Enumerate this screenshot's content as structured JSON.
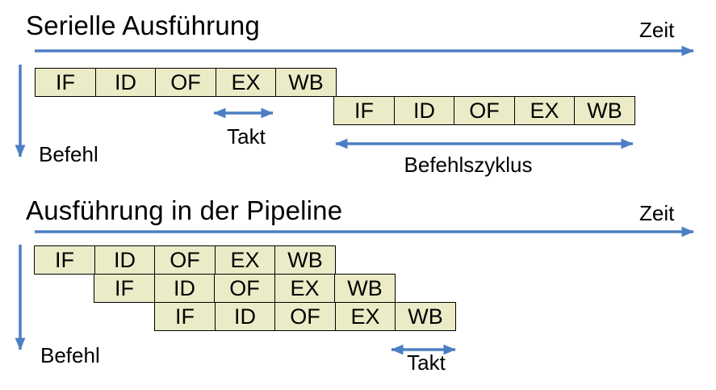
{
  "colors": {
    "arrow_blue": "#4d7ec3",
    "box_fill": "#ebecc7",
    "box_border": "#000000",
    "background": "#ffffff",
    "text": "#000000"
  },
  "serial": {
    "title": "Serielle Ausführung",
    "zeit_label": "Zeit",
    "befehl_label": "Befehl",
    "takt_label": "Takt",
    "befehlszyklus_label": "Befehlszyklus",
    "rows": [
      {
        "cells": [
          "IF",
          "ID",
          "OF",
          "EX",
          "WB"
        ]
      },
      {
        "cells": [
          "IF",
          "ID",
          "OF",
          "EX",
          "WB"
        ]
      }
    ]
  },
  "pipeline": {
    "title": "Ausführung in der Pipeline",
    "zeit_label": "Zeit",
    "befehl_label": "Befehl",
    "takt_label": "Takt",
    "rows": [
      {
        "cells": [
          "IF",
          "ID",
          "OF",
          "EX",
          "WB"
        ]
      },
      {
        "cells": [
          "IF",
          "ID",
          "OF",
          "EX",
          "WB"
        ]
      },
      {
        "cells": [
          "IF",
          "ID",
          "OF",
          "EX",
          "WB"
        ]
      }
    ]
  }
}
